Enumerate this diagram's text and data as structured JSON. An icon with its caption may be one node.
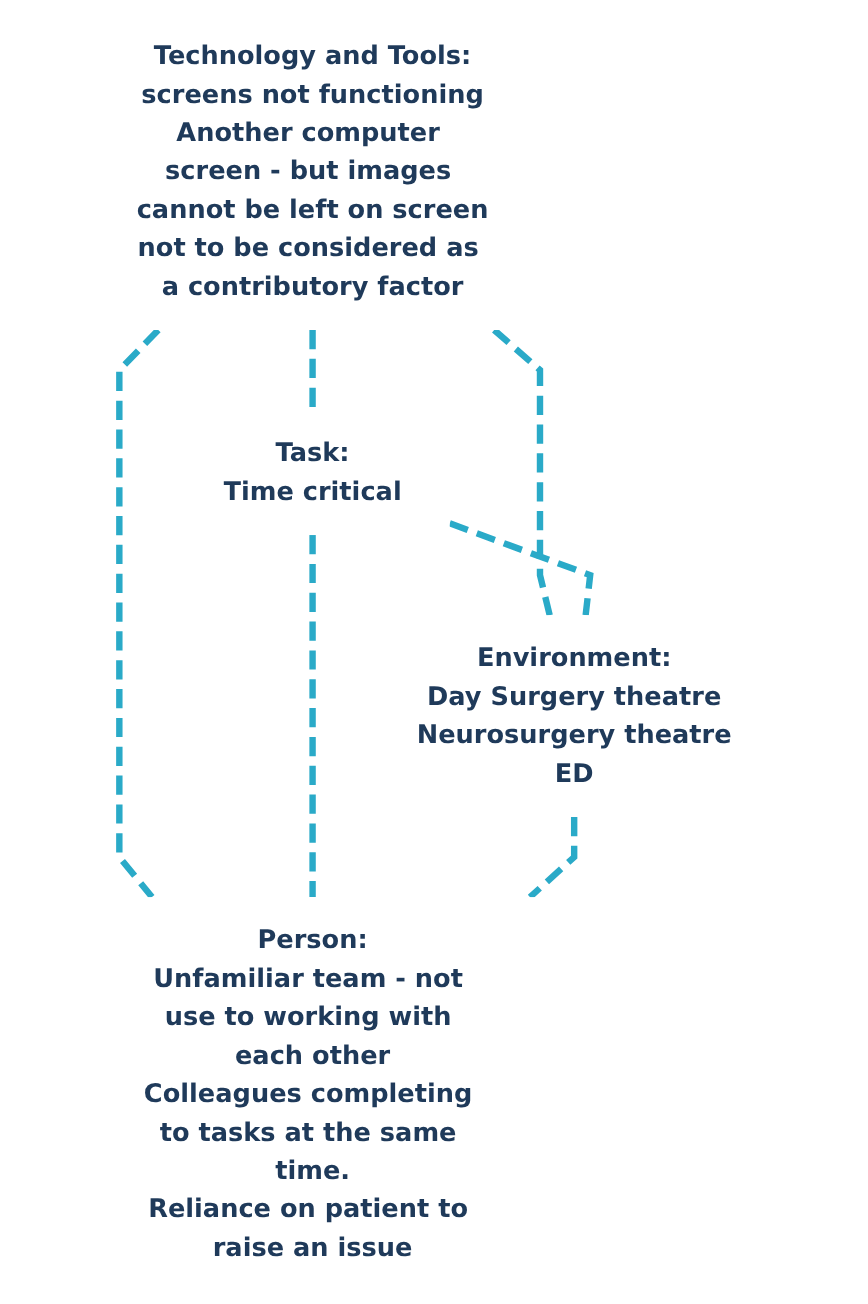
{
  "diagram": {
    "nodes": [
      {
        "text": [
          "Technology and Tools:",
          "screens not functioning",
          "Another computer screen - but images cannot be left on screen",
          "not to be considered as a contributory factor"
        ]
      },
      {
        "text": [
          "Task:",
          "Time critical"
        ]
      },
      {
        "text": [
          "Environment:",
          "Day Surgery theatre",
          "Neurosurgery theatre",
          "ED"
        ]
      },
      {
        "text": [
          "Person:",
          "Unfamiliar team - not use to working with each other",
          "Colleagues completing to tasks at the same time.",
          "Reliance on patient to raise an issue"
        ]
      }
    ],
    "edges": [
      {
        "from": 0,
        "to": 1,
        "arrow": "none",
        "style": "dashed"
      },
      {
        "from": 0,
        "to": 2,
        "arrow": "none",
        "style": "dashed"
      },
      {
        "from": 0,
        "to": 3,
        "arrow": "none",
        "style": "dashed"
      },
      {
        "from": 1,
        "to": 2,
        "arrow": "none",
        "style": "dashed"
      },
      {
        "from": 1,
        "to": 3,
        "arrow": "none",
        "style": "dashed"
      },
      {
        "from": 2,
        "to": 3,
        "arrow": "none",
        "style": "dashed"
      }
    ]
  }
}
